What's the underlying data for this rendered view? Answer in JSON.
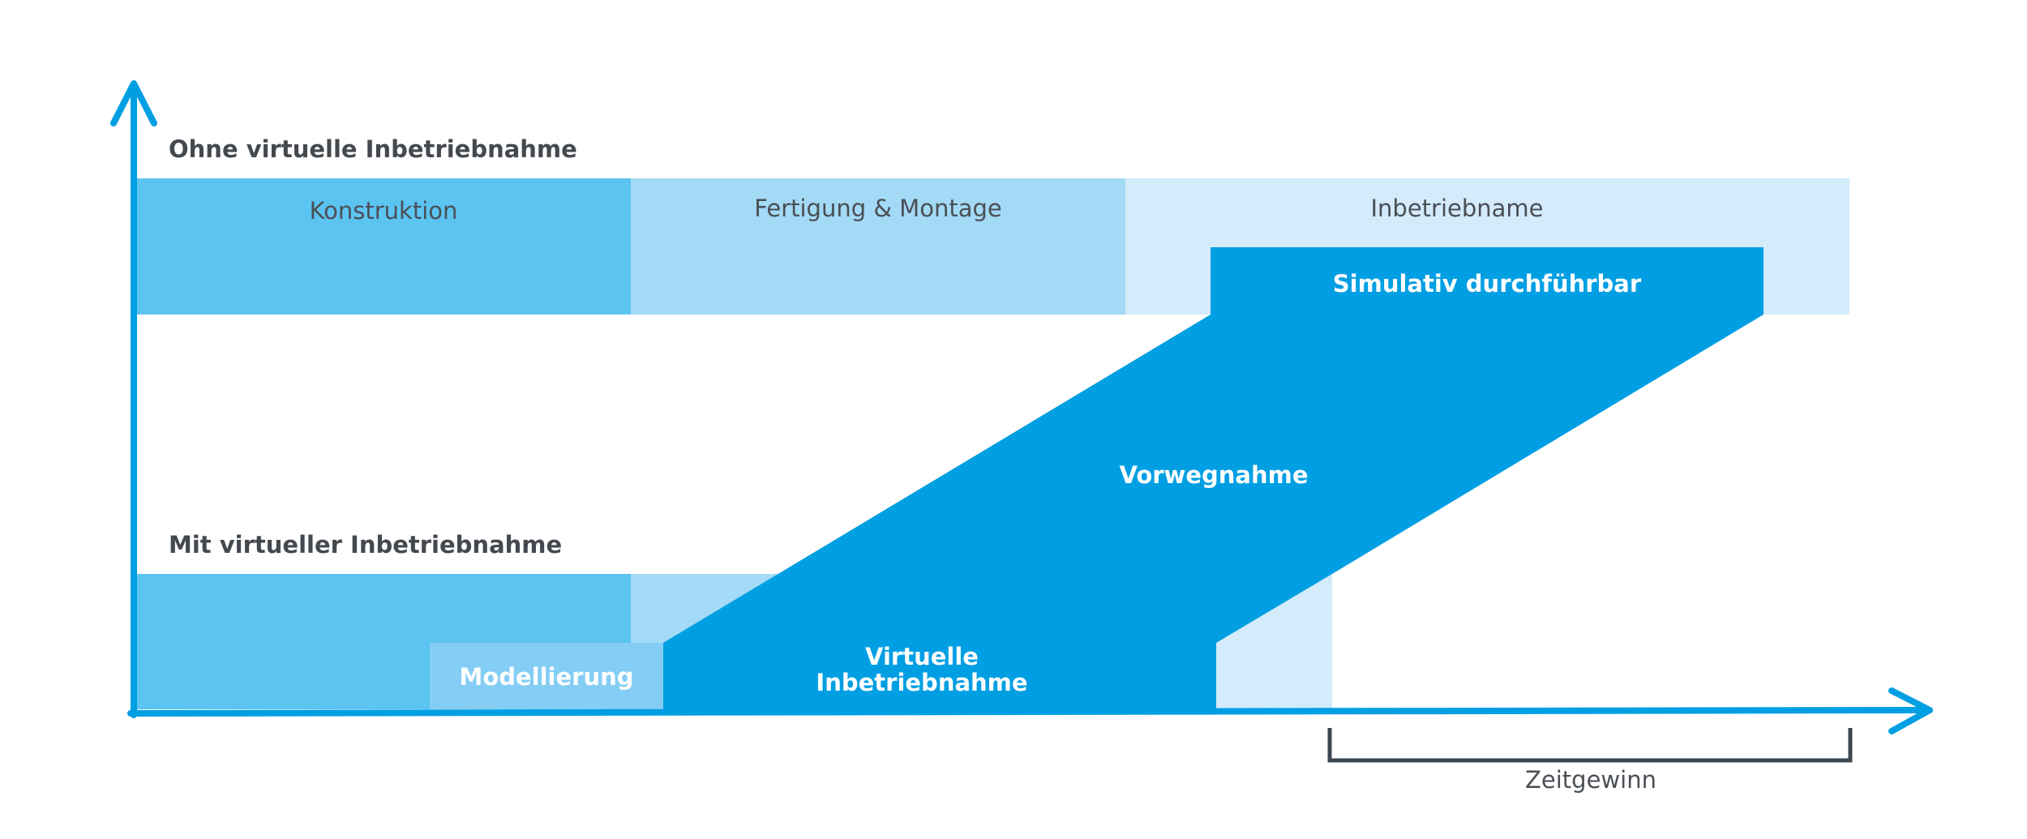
{
  "rows": {
    "top_label": "Ohne virtuelle Inbetriebnahme",
    "bottom_label": "Mit virtueller Inbetriebnahme"
  },
  "phases": {
    "konstruktion": "Konstruktion",
    "fertigung": "Fertigung & Montage",
    "inbetriebnahme": "Inbetriebname"
  },
  "overlay": {
    "simulativ": "Simulativ durchführbar",
    "vorwegnahme": "Vorwegnahme",
    "virtuelle_line1": "Virtuelle",
    "virtuelle_line2": "Inbetriebnahme",
    "modellierung": "Modellierung"
  },
  "bracket": {
    "label": "Zeitgewinn"
  },
  "colors": {
    "konstruktion": "#5bc4f1",
    "fertigung": "#a3daf5",
    "inbetriebnahme": "#d3ebfa",
    "highlight": "#009fe3",
    "modellierung": "#84cdf4",
    "bracket": "#3b4650",
    "text_dark": "#4a4f55"
  }
}
